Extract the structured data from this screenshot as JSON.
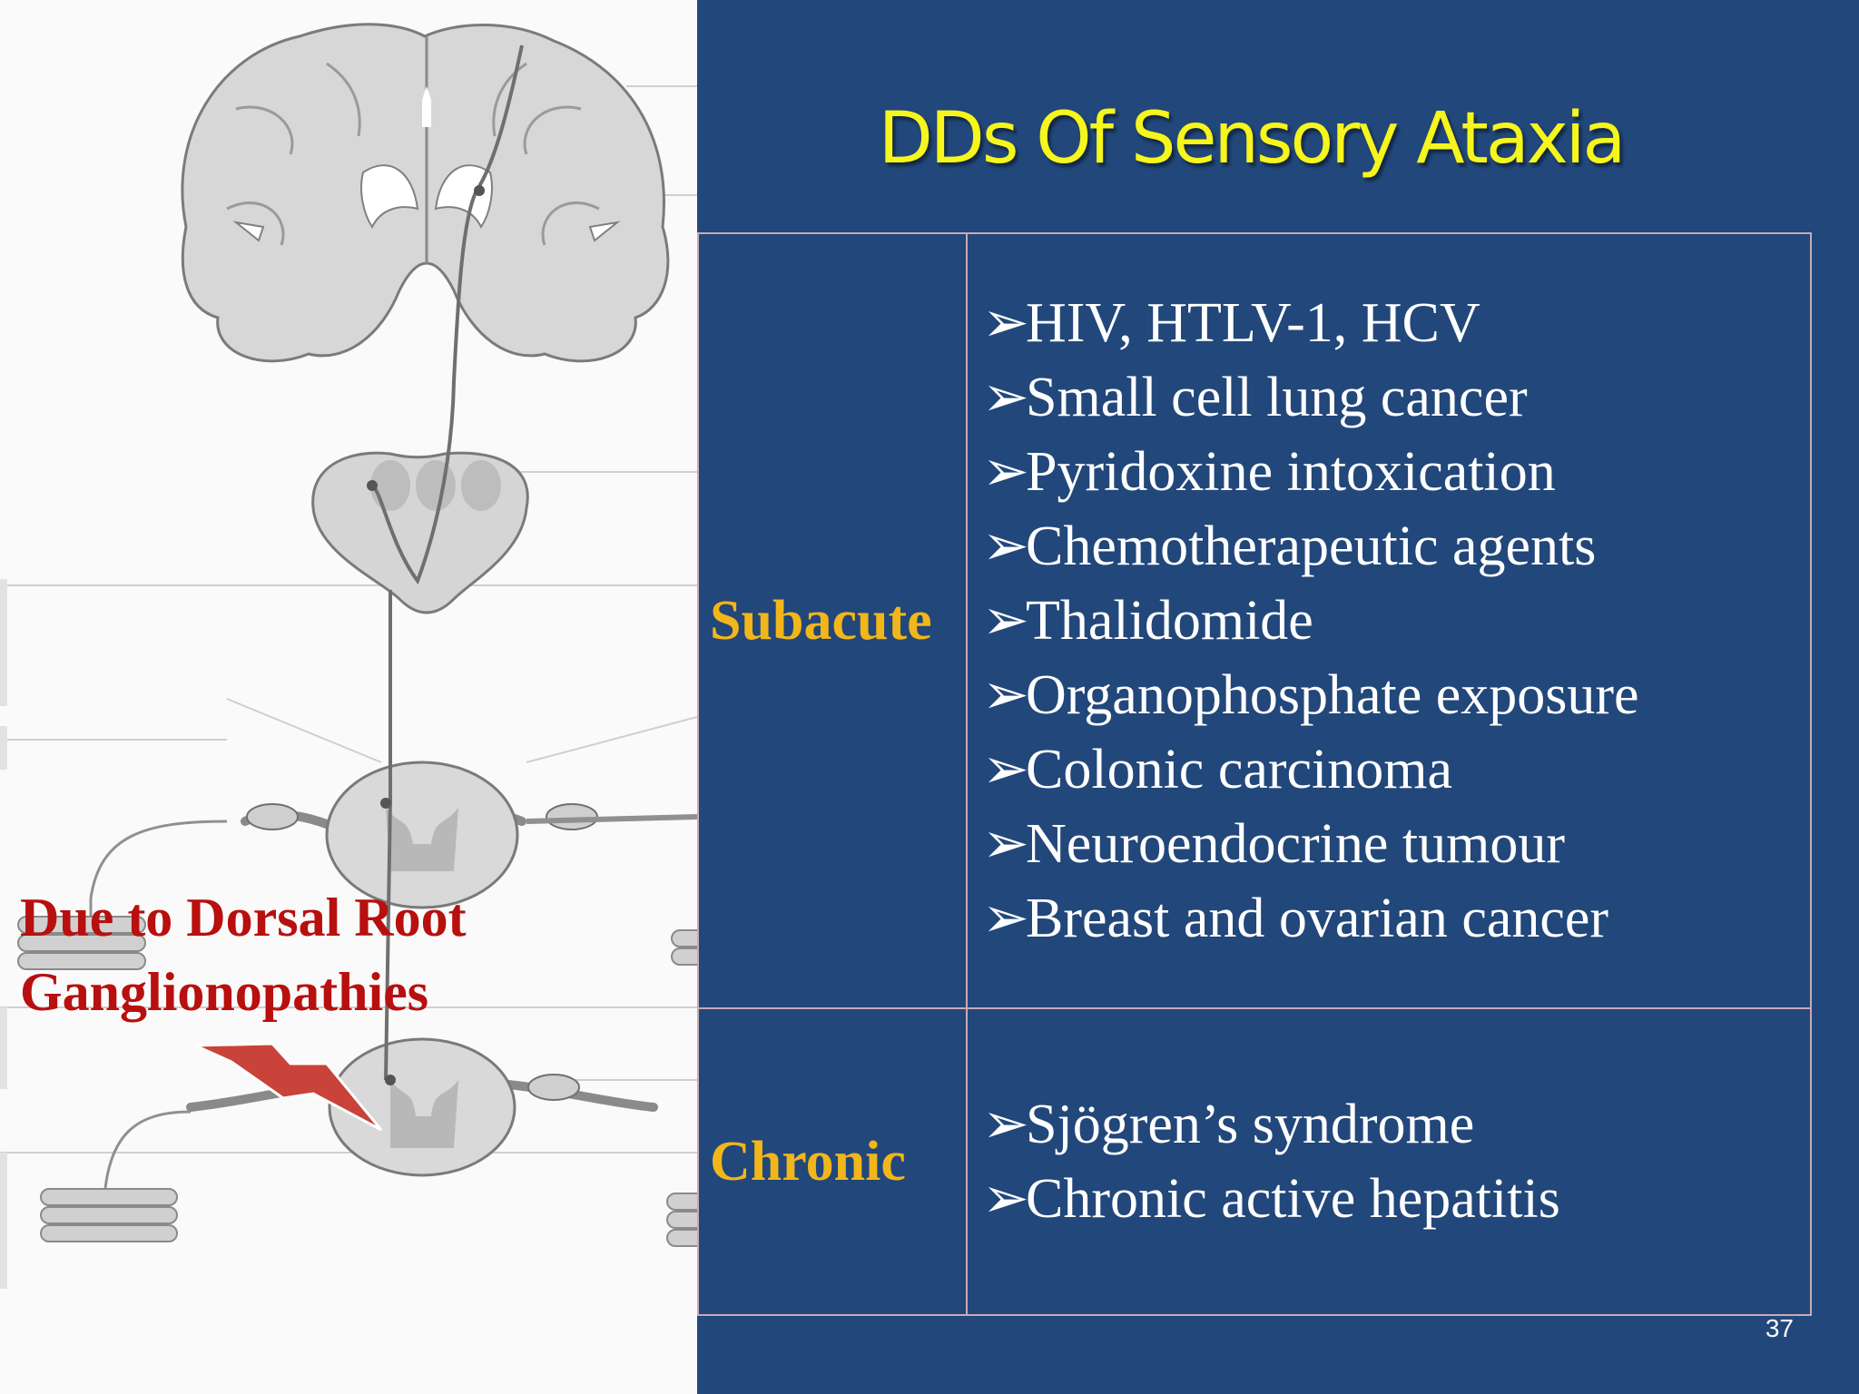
{
  "slide": {
    "title": "DDs Of Sensory Ataxia",
    "caption": {
      "line1": "Due to Dorsal Root",
      "line2": "Ganglionopathies"
    },
    "table": {
      "rows": [
        {
          "category": "Subacute",
          "items": [
            "HIV, HTLV-1, HCV",
            "Small cell lung cancer",
            "Pyridoxine intoxication",
            "Chemotherapeutic agents",
            "Thalidomide",
            "Organophosphate exposure",
            "Colonic carcinoma",
            "Neuroendocrine tumour",
            "Breast and ovarian cancer"
          ]
        },
        {
          "category": "Chronic",
          "items": [
            "Sjögren’s syndrome",
            "Chronic active hepatitis"
          ]
        }
      ]
    },
    "bullet_glyph": "➢",
    "page_number": "37"
  },
  "colors": {
    "panel_background": "#22477a",
    "title": "#f6f51c",
    "category": "#f2b61a",
    "item_text": "#ffffff",
    "caption": "#b80f0f",
    "grid_lines": "#c9a9b6",
    "lightning_bolt": "#c9433a"
  },
  "icons": {
    "illustration": "sensory-pathway-anatomy-icon",
    "bolt": "lightning-bolt-icon",
    "bullet": "arrow-bullet-icon"
  }
}
